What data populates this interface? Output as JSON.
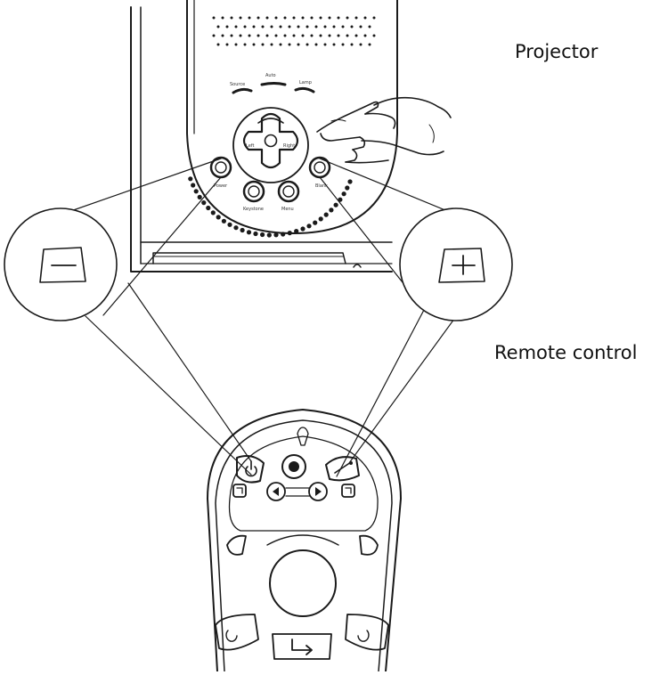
{
  "labels": {
    "projector": "Projector",
    "remote_control": "Remote control"
  },
  "callouts": {
    "left_symbol": "minus",
    "right_symbol": "plus"
  },
  "projector_panel": {
    "top_buttons": [
      "Source",
      "Auto",
      "Lamp"
    ],
    "dpad_labels": [
      "Left",
      "Right"
    ],
    "bottom_buttons": [
      "Power",
      "Blank",
      "Keystone",
      "Menu"
    ]
  },
  "remote": {
    "icons": [
      "power-icon",
      "record-icon",
      "laser-icon",
      "page-up-icon",
      "left-arrow-icon",
      "right-arrow-icon",
      "page-down-icon",
      "trackball",
      "mouse-left-icon",
      "enter-icon",
      "mouse-right-icon"
    ]
  },
  "colors": {
    "line": "#1a1a1a",
    "background": "#ffffff"
  }
}
